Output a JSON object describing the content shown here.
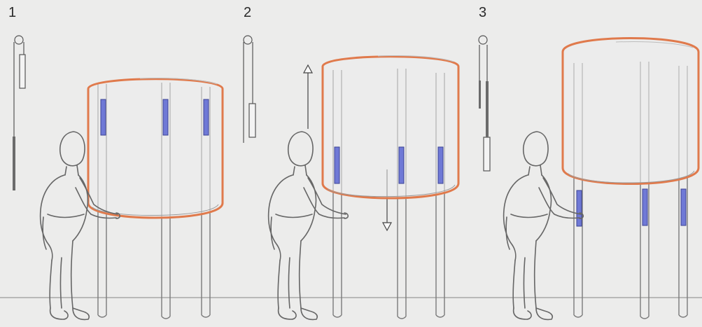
{
  "steps": [
    {
      "label": "1"
    },
    {
      "label": "2"
    },
    {
      "label": "3"
    }
  ],
  "colors": {
    "background": "#ececeb",
    "pencil": "#666666",
    "canopy_outline": "#e07a4c",
    "slider": "#6f79d6",
    "slider_border": "#3c4494"
  },
  "icons": [
    "person-figure",
    "tube-legs",
    "canopy",
    "slider-marker",
    "arrow-up-icon",
    "arrow-down-icon",
    "handle-gauge-icon"
  ]
}
